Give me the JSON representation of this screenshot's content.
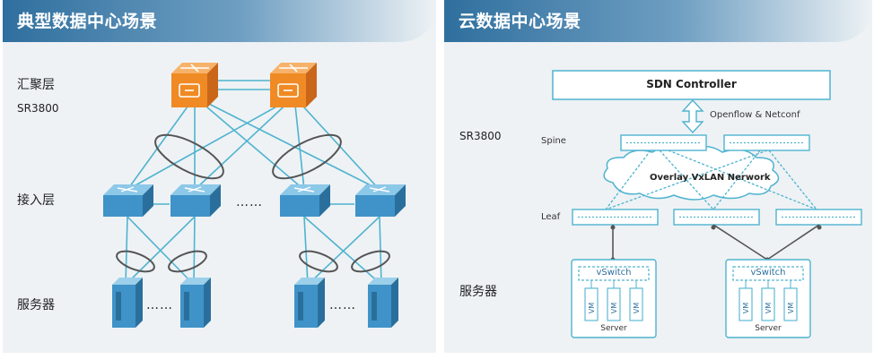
{
  "left_panel": {
    "title": "典型数据中心场景",
    "labels": {
      "aggregation": "汇聚层",
      "model": "SR3800",
      "access": "接入层",
      "servers": "服务器",
      "dots_access": "……",
      "dots_servers_left": "……",
      "dots_servers_right": "……"
    }
  },
  "right_panel": {
    "title": "云数据中心场景",
    "labels": {
      "model": "SR3800",
      "spine": "Spine",
      "leaf": "Leaf",
      "servers": "服务器",
      "controller": "SDN Controller",
      "protocols": "Openflow & Netconf",
      "overlay": "Overlay VxLAN Nerwork",
      "vswitch_1": "vSwitch",
      "vswitch_2": "vSwitch",
      "vm": "VM",
      "server_1": "Server",
      "server_2": "Server"
    }
  },
  "colors": {
    "banner_start": "#2f6f9e",
    "banner_end": "#cfe0ec",
    "router_orange": "#f08a24",
    "switch_blue": "#3f93c8",
    "link_cyan": "#4fb3cf",
    "panel_bg": "#eef2f5"
  }
}
